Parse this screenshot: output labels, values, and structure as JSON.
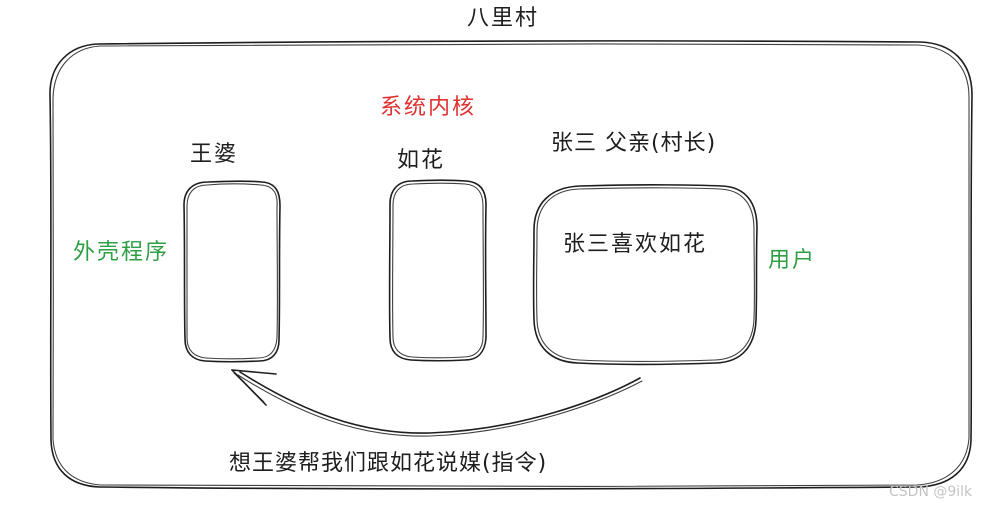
{
  "diagram": {
    "title": "八里村",
    "kernel_label": "系统内核",
    "shell_label": "外壳程序",
    "user_label": "用户",
    "nodes": {
      "wangpo": "王婆",
      "ruhua": "如花",
      "zhangsan_father": "张三 父亲(村长)",
      "zhangsan_text": "张三喜欢如花"
    },
    "arrow_label": "想王婆帮我们跟如花说媒(指令)"
  },
  "watermark": "CSDN @9ilk",
  "colors": {
    "stroke": "#1e1e1e",
    "kernel": "#e03131",
    "shell_user": "#2f9e44",
    "watermark": "#c4c4c4"
  }
}
